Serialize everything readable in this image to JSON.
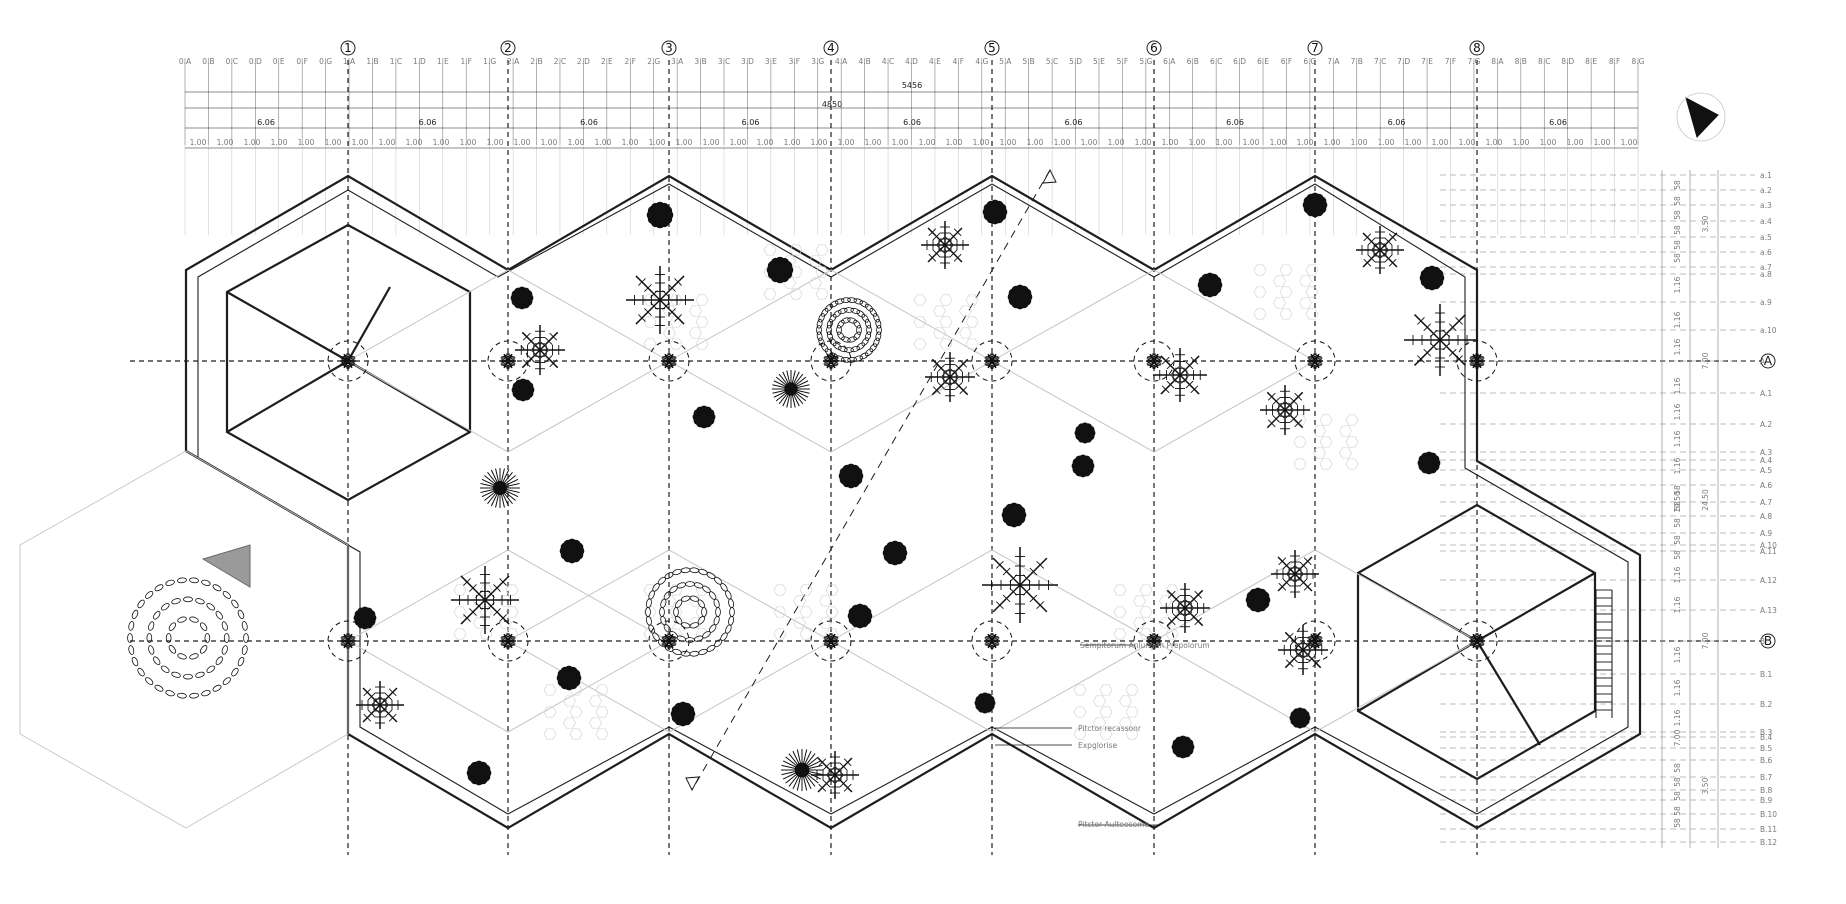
{
  "plan": {
    "colors": {
      "line": "#1d1d1d",
      "thin": "#7f7f7f",
      "faint": "#c5c5c5",
      "plant": "#111111",
      "accent": "#9a9a9a"
    },
    "axes": {
      "vertical": [
        "1",
        "2",
        "3",
        "4",
        "5",
        "6",
        "7",
        "8"
      ],
      "horizontal": [
        "A",
        "B"
      ]
    },
    "top_ticks": [
      "0.A",
      "0.B",
      "0.C",
      "0.D",
      "0.E",
      "0.F",
      "0.G",
      "1.A",
      "1.B",
      "1.C",
      "1.D",
      "1.E",
      "1.F",
      "1.G",
      "2.A",
      "2.B",
      "2.C",
      "2.D",
      "2.E",
      "2.F",
      "2.G",
      "3.A",
      "3.B",
      "3.C",
      "3.D",
      "3.E",
      "3.F",
      "3.G",
      "4.A",
      "4.B",
      "4.C",
      "4.D",
      "4.E",
      "4.F",
      "4.G",
      "5.A",
      "5.B",
      "5.C",
      "5.D",
      "5.E",
      "5.F",
      "5.G",
      "6.A",
      "6.B",
      "6.C",
      "6.D",
      "6.E",
      "6.F",
      "6.G",
      "7.A",
      "7.B",
      "7.C",
      "7.D",
      "7.E",
      "7.F",
      "7.G",
      "8.A",
      "8.B",
      "8.C",
      "8.D",
      "8.E",
      "8.F",
      "8.G"
    ],
    "right_ticks": [
      "a.1",
      "a.2",
      "a.3",
      "a.4",
      "a.5",
      "a.6",
      "a.7",
      "a.8",
      "a.9",
      "a.10",
      "A",
      "A.1",
      "A.2",
      "A.3",
      "A.4",
      "A.5",
      "A.6",
      "A.7",
      "A.8",
      "A.9",
      "A.10",
      "A.11",
      "A.12",
      "A.13",
      "B",
      "B.1",
      "B.2",
      "B.3",
      "B.4",
      "B.5",
      "B.6",
      "B.7",
      "B.8",
      "B.9",
      "B.10",
      "B.11",
      "B.12"
    ],
    "dimensions": {
      "overall_top": "5456",
      "second_top": "4850",
      "bay": "6.06",
      "unit": "1.00",
      "right_a": "3.50",
      "right_b": "7.00",
      "right_c": "24.50",
      "right_d": "10.50",
      "right_e": "1.16",
      "right_f": "58"
    },
    "annotations": {
      "label_1": "Pitctor recassonr",
      "label_2": "Expglorise",
      "label_3": "Pitctor Aulteeseme",
      "label_4": "Sempitorum Anlungan Prepolorum"
    }
  }
}
